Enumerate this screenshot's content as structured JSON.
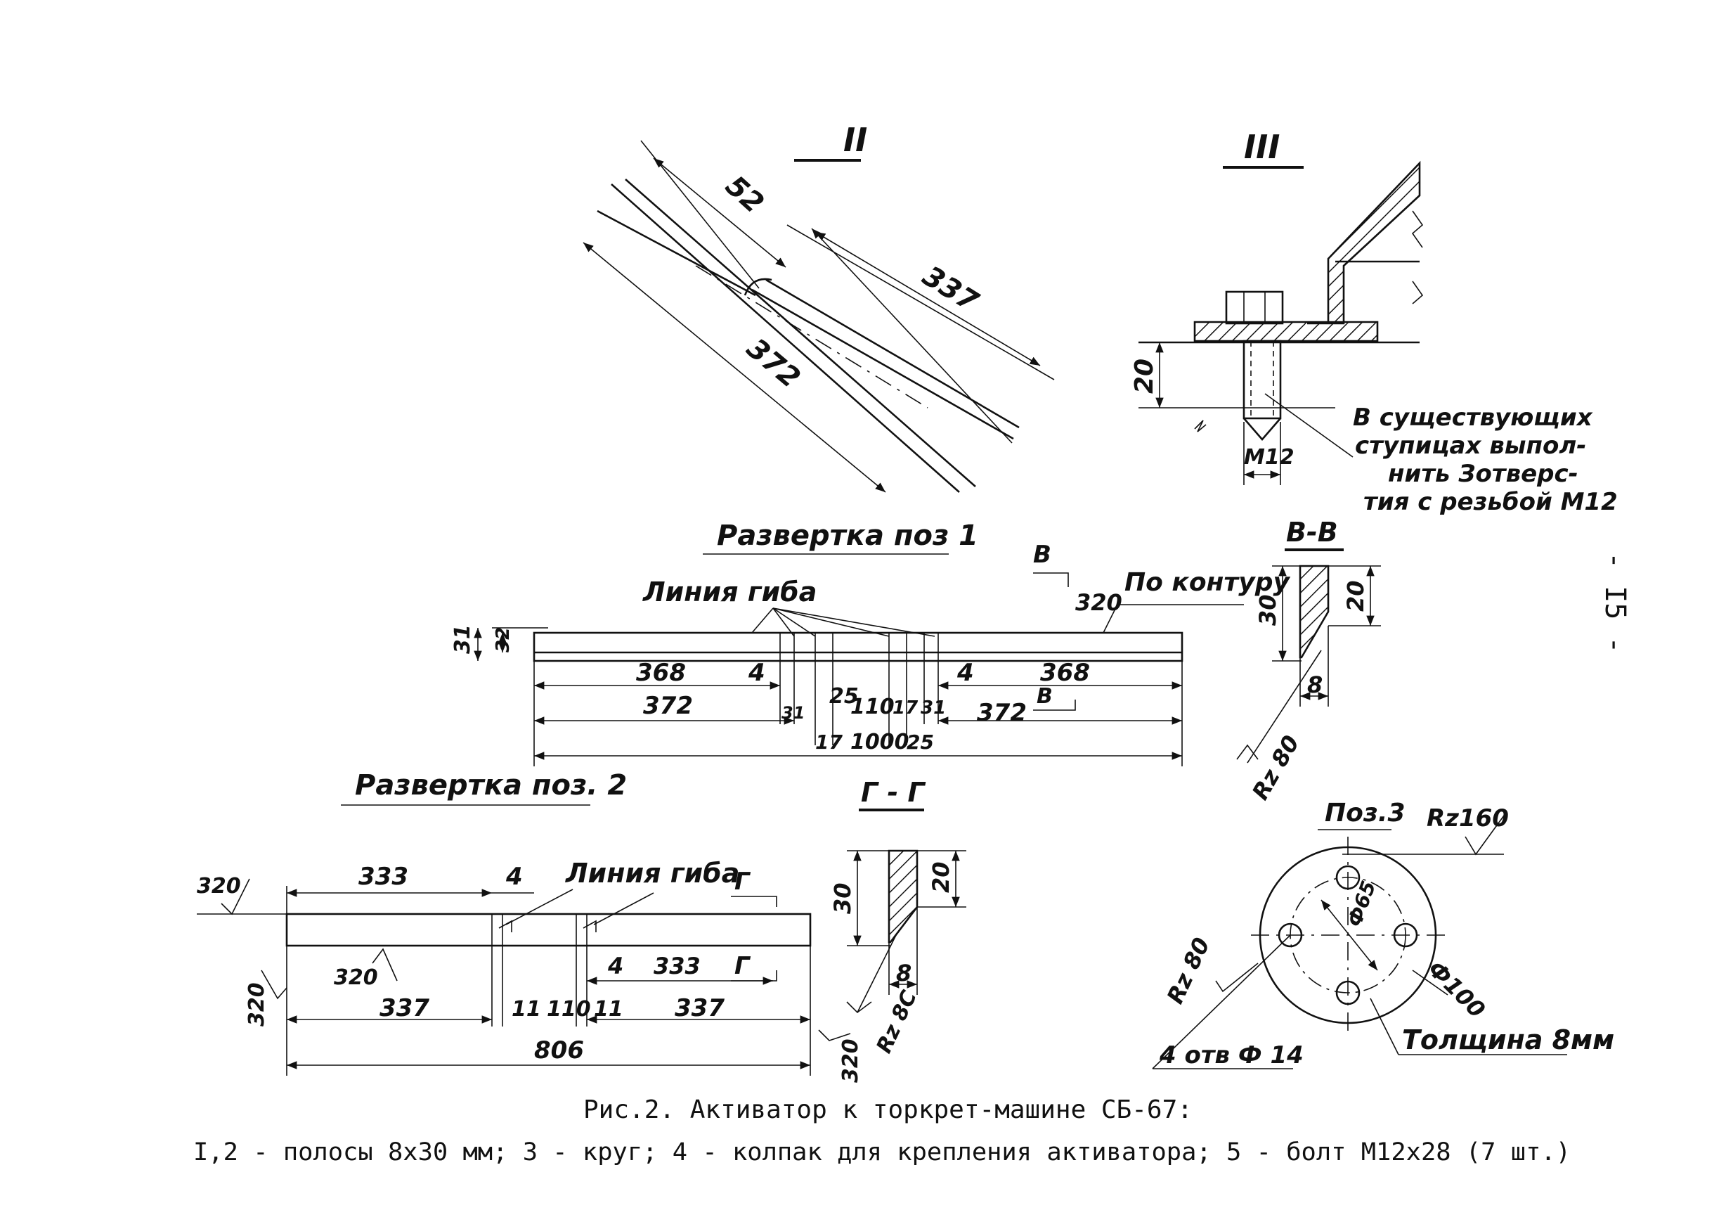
{
  "views": {
    "detail_II": {
      "title": "II",
      "dims": [
        "52",
        "337",
        "372"
      ]
    },
    "detail_III": {
      "title": "III",
      "dims": [
        "20",
        "M12"
      ],
      "note": [
        "В существующих",
        "ступицах выпол-",
        "нить Зотверс-",
        "тия с резьбой М12"
      ]
    },
    "section_BB": {
      "title": "В-В",
      "dims": [
        "20",
        "30",
        "8"
      ],
      "roughness": "Rz 80"
    },
    "section_GG": {
      "title": "Г - Г",
      "dims": [
        "30",
        "20",
        "8"
      ],
      "roughness": "Rz 8C"
    },
    "development_pos1": {
      "title": "Развертка поз 1",
      "bend_label": "Линия гиба",
      "cut_label": "В",
      "contour_note": "По контуру",
      "roughness": "320",
      "dims": [
        "31",
        "32",
        "368",
        "4",
        "372",
        "31",
        "25",
        "17",
        "110",
        "1000",
        "17",
        "25",
        "31",
        "4",
        "368",
        "372"
      ]
    },
    "development_pos2": {
      "title": "Развертка поз. 2",
      "bend_label": "Линия гиба",
      "cut_label": "Г",
      "roughness": [
        "320",
        "320",
        "320",
        "320"
      ],
      "dims": [
        "333",
        "4",
        "337",
        "11",
        "110",
        "11",
        "4",
        "333",
        "337",
        "806"
      ]
    },
    "pos3": {
      "title": "Поз.3",
      "roughness_top": "Rz160",
      "roughness_left": "Rz 80",
      "dims": [
        "Ф65",
        "Ф100"
      ],
      "holes": "4 отв Ф 14",
      "thickness": "Толщина 8мм"
    }
  },
  "page_number": "- I5 -",
  "caption": {
    "line1": "Рис.2. Активатор к торкрет-машине СБ-67:",
    "line2": "I,2 - полосы 8х30 мм; 3 - круг; 4 - колпак для крепления активатора; 5 - болт М12х28 (7 шт.)"
  }
}
